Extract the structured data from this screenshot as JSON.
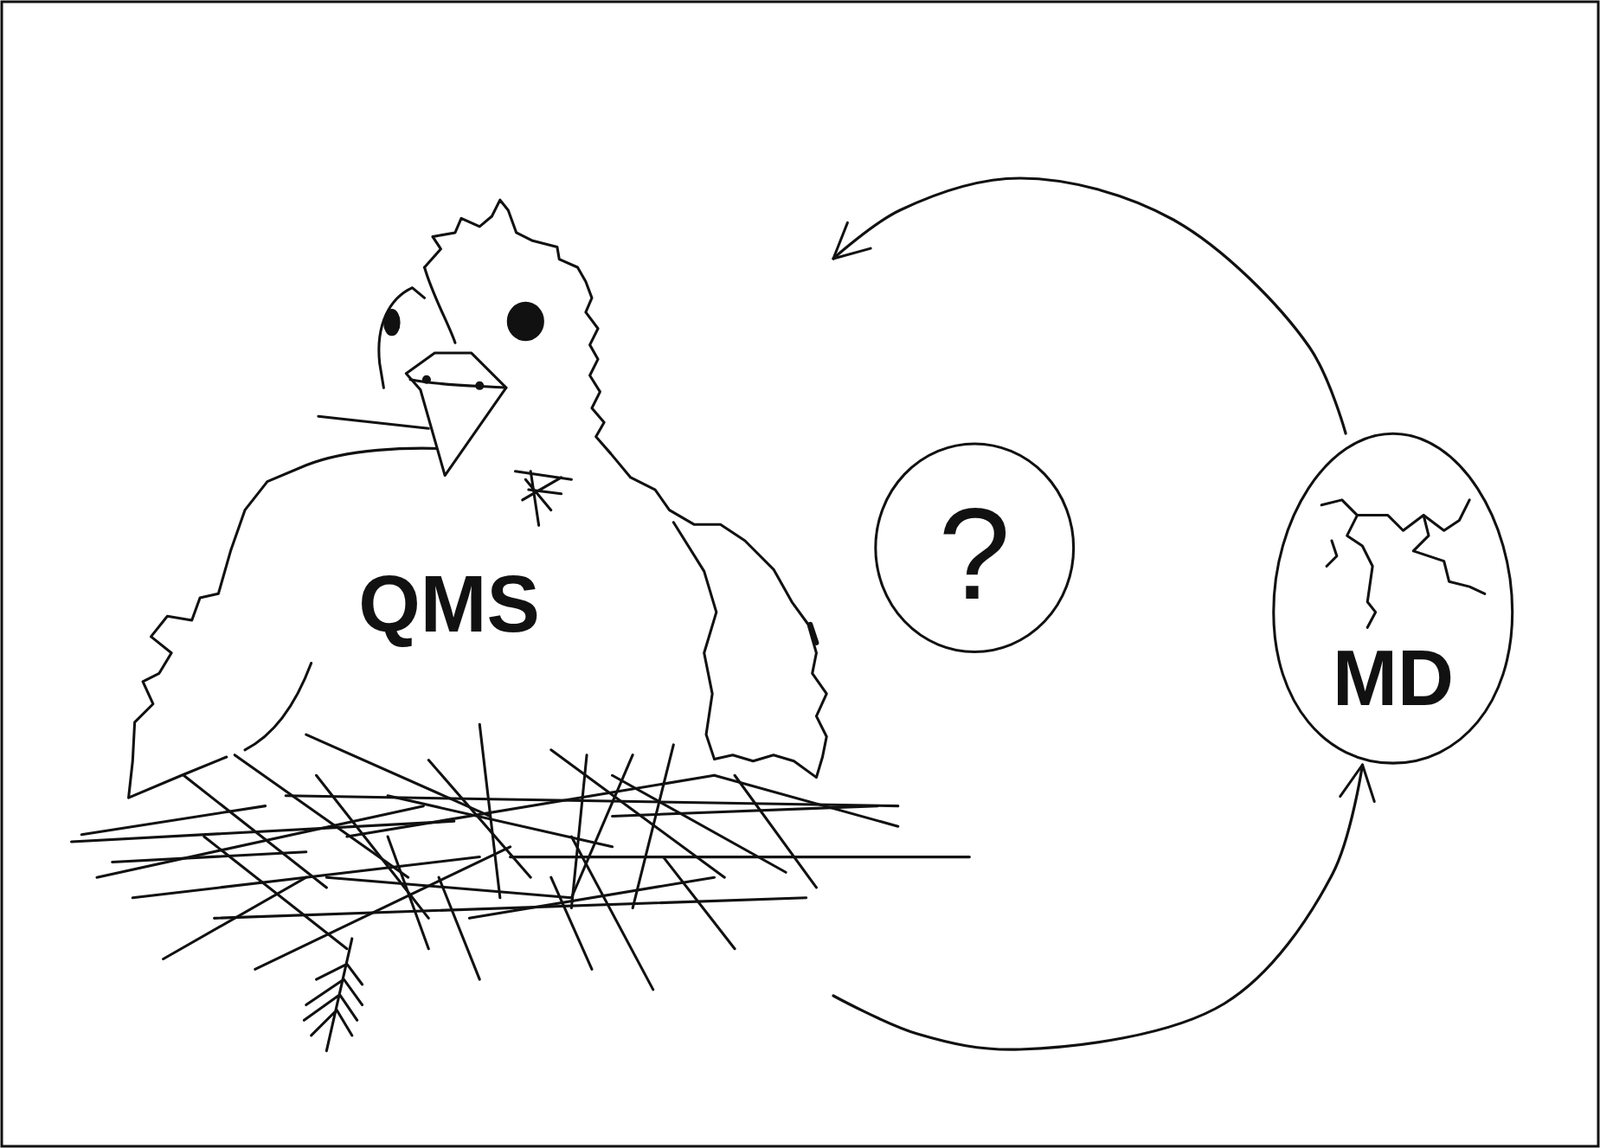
{
  "diagram": {
    "nodes": [
      {
        "text": [
          "QMS"
        ]
      },
      {
        "text": [
          "?"
        ]
      },
      {
        "text": [
          "MD"
        ]
      }
    ],
    "edges": [
      {
        "from": 2,
        "to": 0,
        "arrow": "to"
      },
      {
        "from": 0,
        "to": 2,
        "arrow": "to"
      }
    ]
  }
}
